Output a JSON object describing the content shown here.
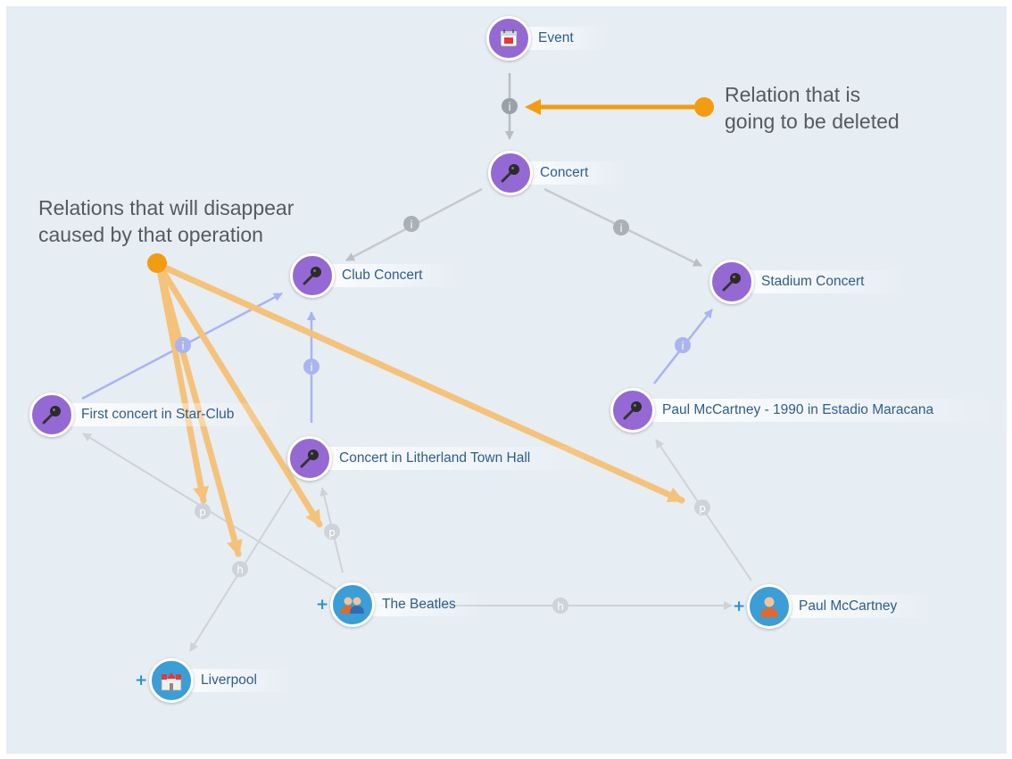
{
  "nodes": {
    "event": {
      "label": "Event",
      "icon": "calendar-icon"
    },
    "concert": {
      "label": "Concert",
      "icon": "microphone-icon"
    },
    "club_concert": {
      "label": "Club Concert",
      "icon": "microphone-icon"
    },
    "stadium_concert": {
      "label": "Stadium Concert",
      "icon": "microphone-icon"
    },
    "first_concert": {
      "label": "First concert in Star-Club",
      "icon": "microphone-icon"
    },
    "paul_1990": {
      "label": "Paul McCartney - 1990 in Estadio Maracana",
      "icon": "microphone-icon"
    },
    "litherland": {
      "label": "Concert in Litherland Town Hall",
      "icon": "microphone-icon"
    },
    "beatles": {
      "label": "The Beatles",
      "icon": "group-icon"
    },
    "paul": {
      "label": "Paul McCartney",
      "icon": "person-icon"
    },
    "liverpool": {
      "label": "Liverpool",
      "icon": "castle-icon"
    }
  },
  "edge_labels": {
    "instance": "i",
    "participant": "p",
    "has": "h"
  },
  "annotations": {
    "deleted_line1": "Relation that is",
    "deleted_line2": "going to be deleted",
    "disappear_line1": "Relations that will disappear",
    "disappear_line2": "caused by that operation"
  },
  "colors": {
    "background": "#e6edf3",
    "purple_node": "#9569d3",
    "blue_node": "#3b9ed6",
    "accent_orange": "#f39c12",
    "faded_orange": "#f5c27a",
    "highlight_edge": "#aab4f0",
    "gray_edge": "#b8bec4"
  },
  "plus_symbol": "+"
}
